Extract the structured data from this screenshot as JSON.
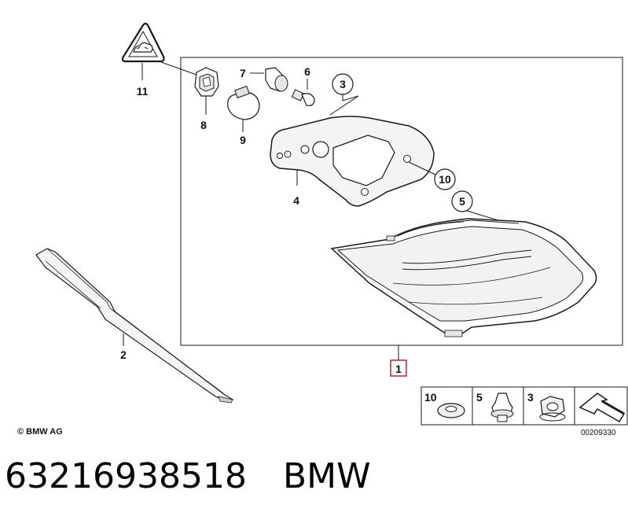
{
  "callouts": {
    "warning_label": "11",
    "socket": "8",
    "bulb_large": "9",
    "bulb_holder": "7",
    "bulb_small": "6",
    "gasket_circle": "3",
    "gasket": "4",
    "washer_circle": "10",
    "clip_circle": "5",
    "trim_strip": "2",
    "assembly": "1"
  },
  "parts_strip": {
    "washer": "10",
    "clip": "5",
    "nut": "3"
  },
  "footer": {
    "copyright": "© BMW AG",
    "image_number": "00209330"
  },
  "caption": {
    "part_number": "63216938518",
    "brand": "BMW"
  },
  "colors": {
    "stroke": "#1a1a1a",
    "assembly_box": "#c0262d",
    "light_fill": "#f4f4f4",
    "mid_fill": "#d9d9d9"
  }
}
